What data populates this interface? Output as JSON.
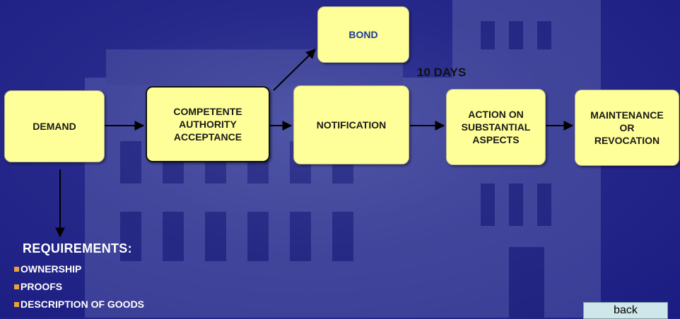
{
  "nodes": {
    "demand": "DEMAND",
    "acceptance": "COMPETENTE\nAUTHORITY\nACCEPTANCE",
    "bond": "BOND",
    "notification": "NOTIFICATION",
    "action": "ACTION ON\nSUBSTANTIAL\nASPECTS",
    "maintenance": "MAINTENANCE\nOR\nREVOCATION"
  },
  "edge_label": "10 DAYS",
  "requirements": {
    "title": "REQUIREMENTS:",
    "items": [
      "OWNERSHIP",
      "PROOFS",
      "DESCRIPTION OF GOODS"
    ]
  },
  "back_label": "back",
  "colors": {
    "node_fill": "#ffff99",
    "background": "#26298a",
    "bullet": "#e8a33a",
    "button": "#cfe7ea"
  }
}
